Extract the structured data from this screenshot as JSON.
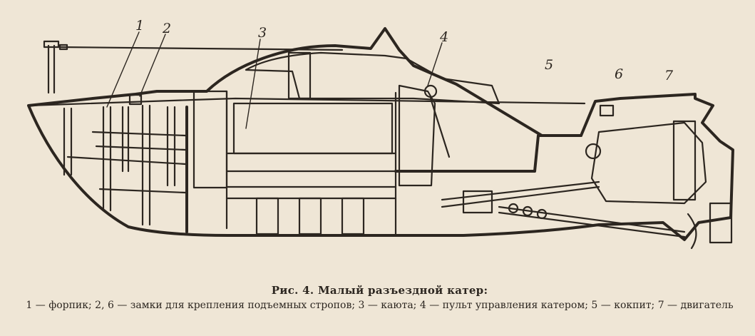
{
  "figure": {
    "callouts": [
      "1",
      "2",
      "3",
      "4",
      "5",
      "6",
      "7"
    ],
    "caption_title": "Рис. 4. Малый разъездной катер:",
    "caption_legend": "1 — форпик; 2, 6 — замки для крепления подъемных стропов; 3 — каюта; 4 — пульт управления катером; 5 — кокпит; 7 — двигатель"
  },
  "colors": {
    "paper": "#efe6d6",
    "ink": "#2c2620"
  }
}
